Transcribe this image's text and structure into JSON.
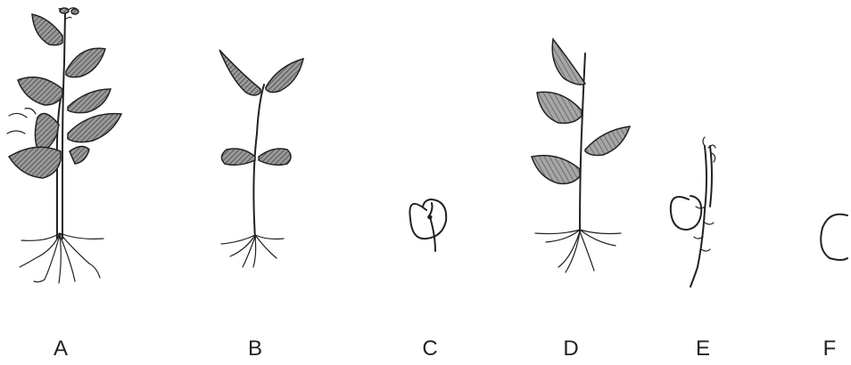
{
  "labels": {
    "a": "A",
    "b": "B",
    "c": "C",
    "d": "D",
    "e": "E",
    "f": "F"
  },
  "colors": {
    "leaf_fill": "#6e6e6e",
    "leaf_fill_light": "#8c8c8c",
    "line": "#222222"
  }
}
